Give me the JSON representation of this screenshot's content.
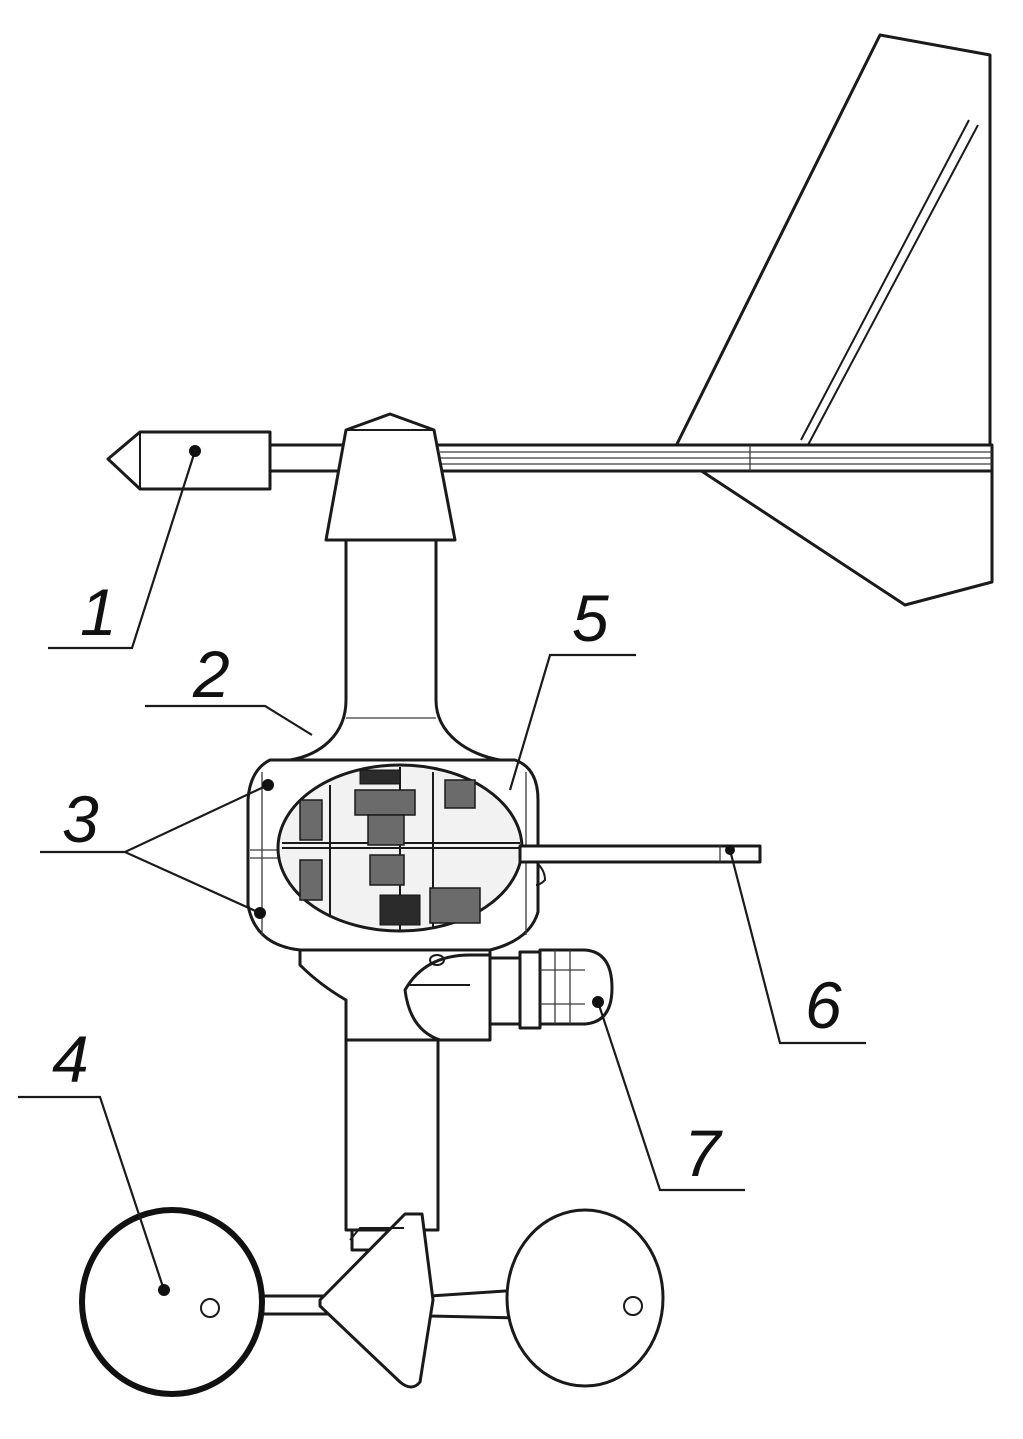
{
  "callouts": [
    {
      "id": "1",
      "text": "1"
    },
    {
      "id": "2",
      "text": "2"
    },
    {
      "id": "3",
      "text": "3"
    },
    {
      "id": "4",
      "text": "4"
    },
    {
      "id": "5",
      "text": "5"
    },
    {
      "id": "6",
      "text": "6"
    },
    {
      "id": "7",
      "text": "7"
    }
  ],
  "colors": {
    "line": "#1a1a1a",
    "background": "#ffffff",
    "mechanism": "#6b6b6b"
  }
}
